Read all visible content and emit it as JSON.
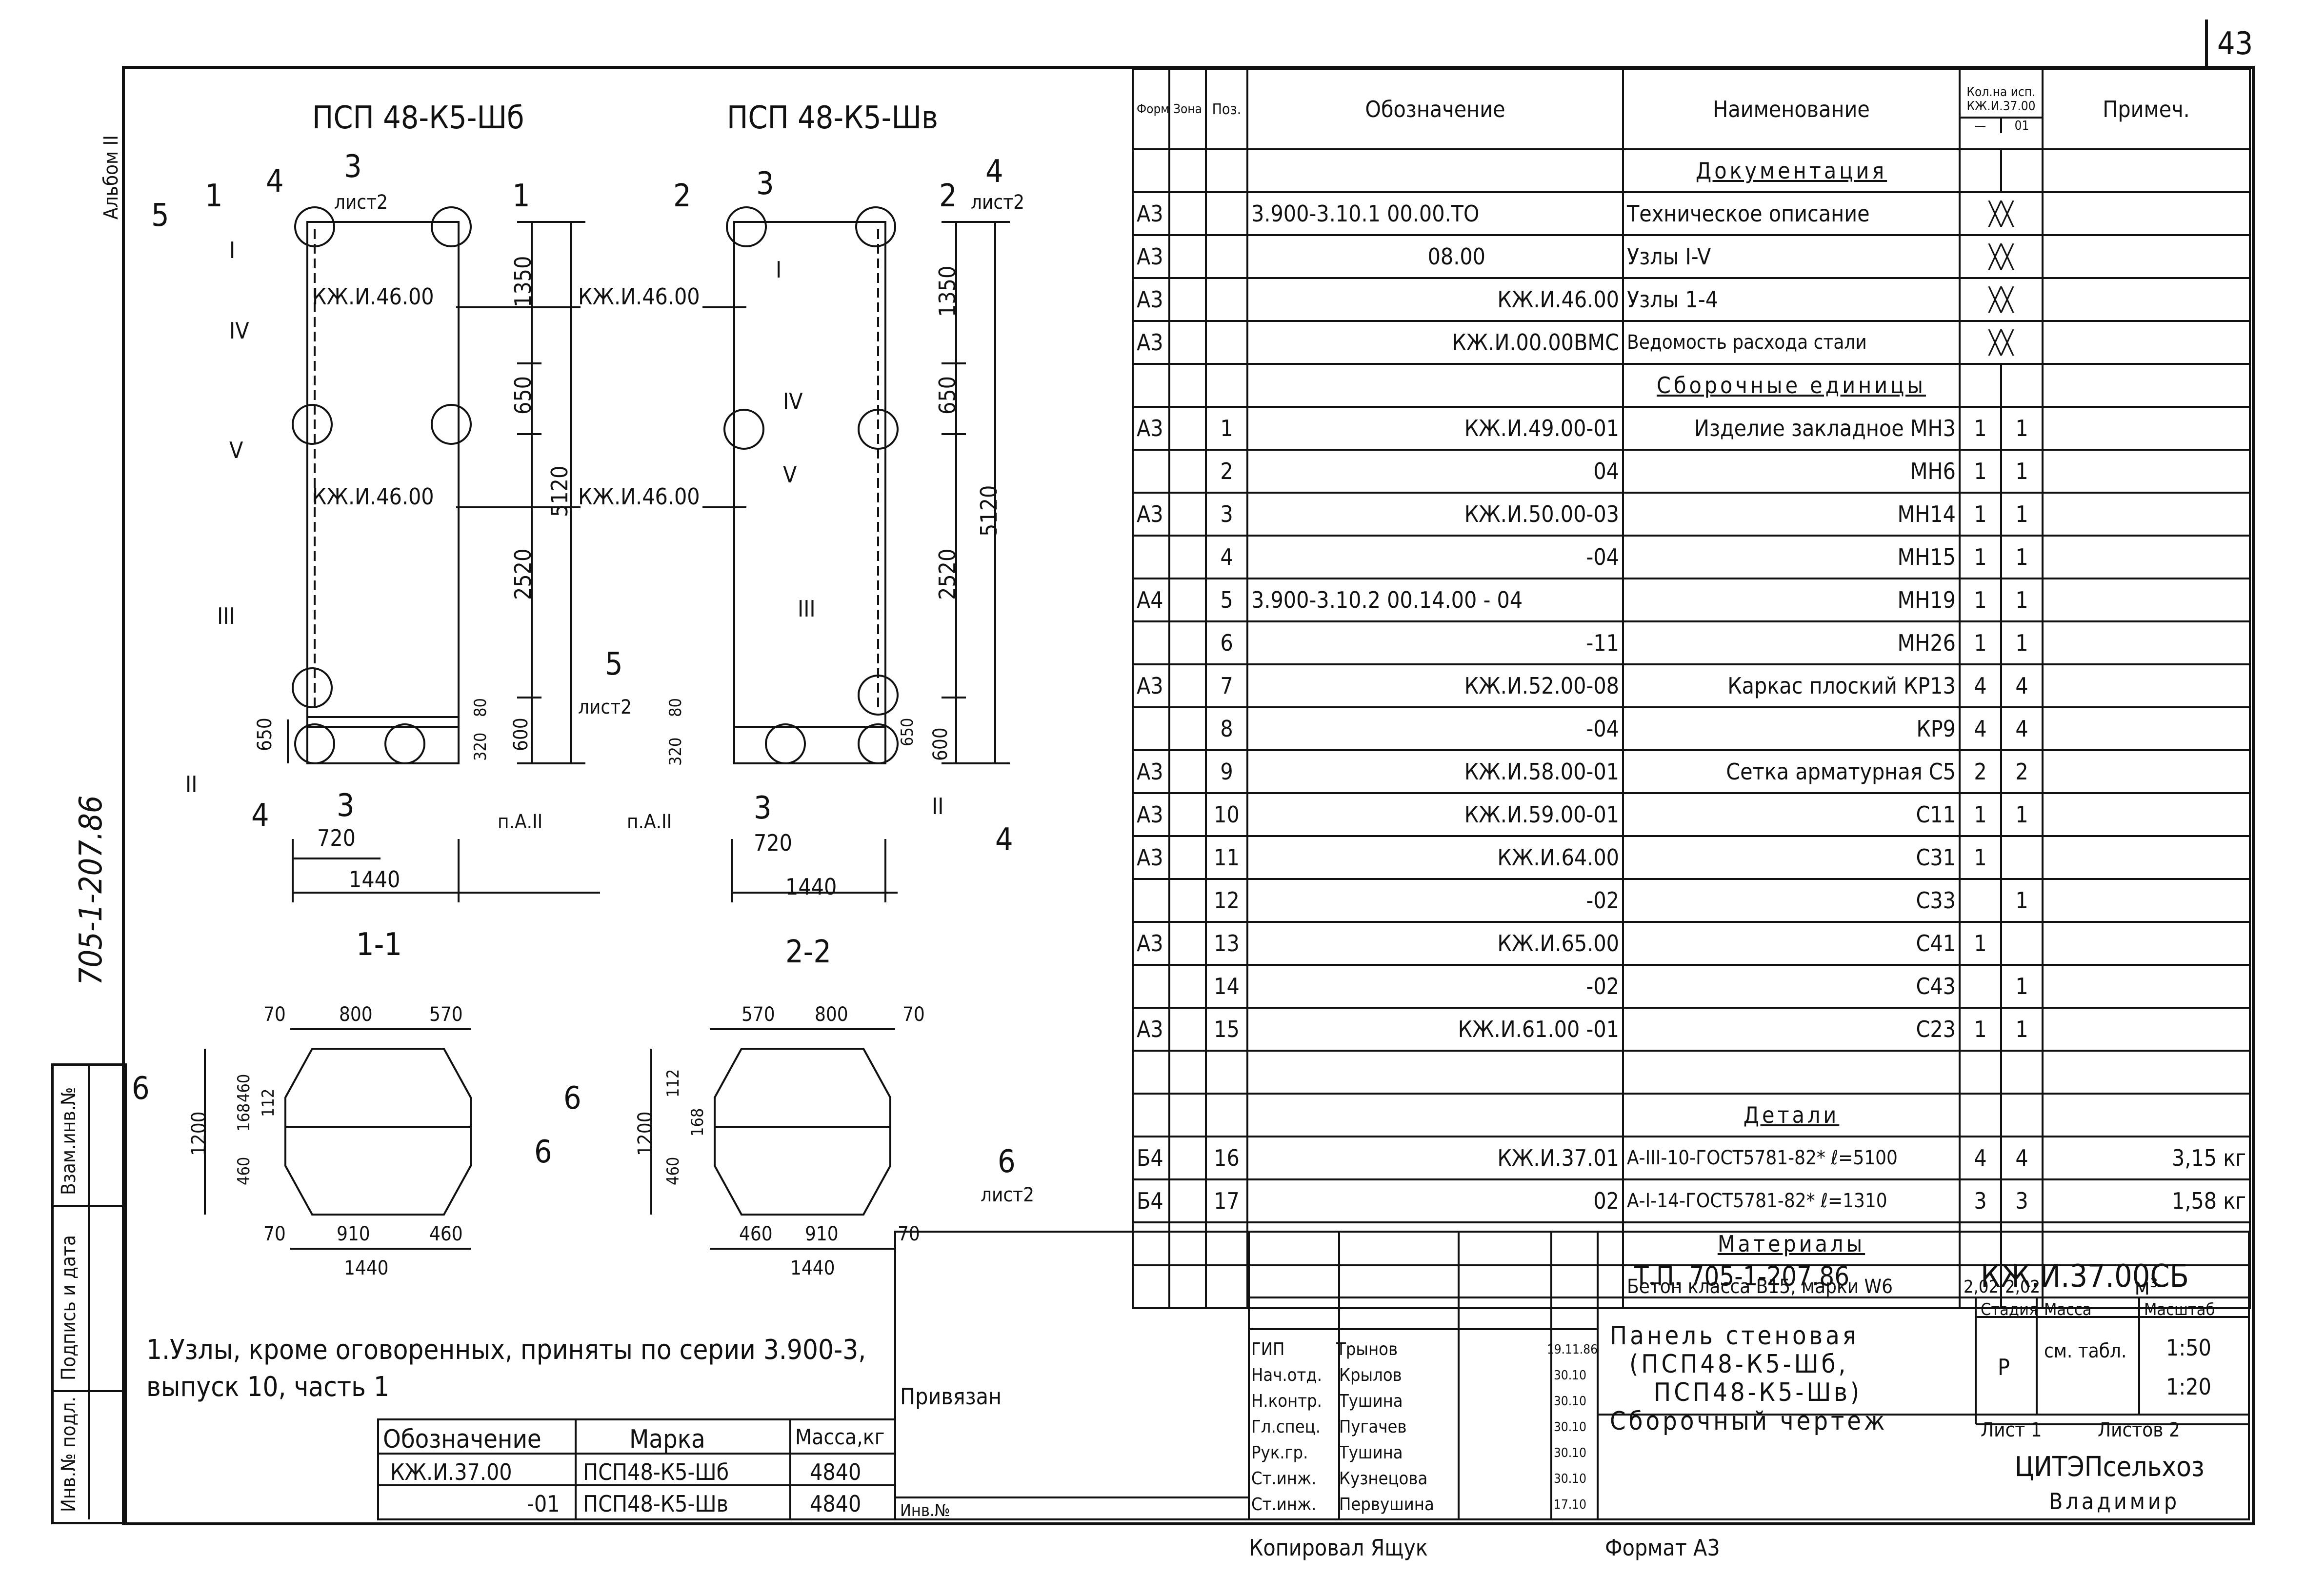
{
  "sheet_number": "43",
  "album": "Альбом II",
  "series_side": "705-1-207.86",
  "left_strip": [
    "Инв.№ подл.",
    "Подпись и дата",
    "Взам.инв.№"
  ],
  "panels": {
    "left_title": "ПСП 48-К5-Шб",
    "right_title": "ПСП 48-К5-Шв",
    "dims": {
      "h1350": "1350",
      "h650": "650",
      "h2520": "2520",
      "h5120": "5120",
      "h600": "600",
      "h320": "320",
      "h80": "80",
      "h650b": "650",
      "w720": "720",
      "w1440": "1440"
    },
    "refs": {
      "kzh4600": "КЖ.И.46.00",
      "list2": "лист2",
      "pa2": "п.А.II",
      "n1": "1",
      "n2": "2",
      "n3": "3",
      "n4": "4",
      "n5": "5",
      "r1": "I",
      "r2": "II",
      "r3": "III",
      "r4": "IV",
      "r5": "V"
    }
  },
  "sections": {
    "s11": "1-1",
    "s22": "2-2",
    "d70": "70",
    "d800": "800",
    "d570": "570",
    "d910": "910",
    "d460": "460",
    "d1440": "1440",
    "d1200": "1200",
    "d168": "168",
    "d112": "112",
    "n6": "6"
  },
  "note": "1.Узлы, кроме оговоренных, приняты по серии 3.900-3, выпуск 10, часть 1",
  "marks_table": {
    "headers": [
      "Обозначение",
      "Марка",
      "Масса,кг"
    ],
    "rows": [
      [
        "КЖ.И.37.00",
        "ПСП48-К5-Шб",
        "4840"
      ],
      [
        "-01",
        "ПСП48-К5-Шв",
        "4840"
      ]
    ]
  },
  "spec": {
    "headers": {
      "format": "Формат",
      "zone": "Зона",
      "pos": "Поз.",
      "designation": "Обозначение",
      "name": "Наименование",
      "qty": "Кол.на исп. КЖ.И.37.00",
      "qty_a": "—",
      "qty_b": "01",
      "note": "Примеч."
    },
    "sections": {
      "docs": "Документация",
      "units": "Сборочные единицы",
      "parts": "Детали",
      "materials": "Материалы"
    },
    "docs": [
      {
        "fmt": "А3",
        "des": "3.900-3.10.1 00.00.ТО",
        "name": "Техническое описание"
      },
      {
        "fmt": "А3",
        "des": "08.00",
        "name": "Узлы I-V"
      },
      {
        "fmt": "А3",
        "des": "КЖ.И.46.00",
        "name": "Узлы 1-4"
      },
      {
        "fmt": "А3",
        "des": "КЖ.И.00.00ВМС",
        "name": "Ведомость расхода стали"
      }
    ],
    "units": [
      {
        "fmt": "А3",
        "pos": "1",
        "des": "КЖ.И.49.00-01",
        "name": "Изделие закладное МН3",
        "q1": "1",
        "q2": "1",
        "note": ""
      },
      {
        "fmt": "",
        "pos": "2",
        "des": "04",
        "name": "МН6",
        "q1": "1",
        "q2": "1",
        "note": ""
      },
      {
        "fmt": "А3",
        "pos": "3",
        "des": "КЖ.И.50.00-03",
        "name": "МН14",
        "q1": "1",
        "q2": "1",
        "note": ""
      },
      {
        "fmt": "",
        "pos": "4",
        "des": "-04",
        "name": "МН15",
        "q1": "1",
        "q2": "1",
        "note": ""
      },
      {
        "fmt": "А4",
        "pos": "5",
        "des": "3.900-3.10.2 00.14.00 - 04",
        "name": "МН19",
        "q1": "1",
        "q2": "1",
        "note": ""
      },
      {
        "fmt": "",
        "pos": "6",
        "des": "-11",
        "name": "МН26",
        "q1": "1",
        "q2": "1",
        "note": ""
      },
      {
        "fmt": "А3",
        "pos": "7",
        "des": "КЖ.И.52.00-08",
        "name": "Каркас плоский КР13",
        "q1": "4",
        "q2": "4",
        "note": ""
      },
      {
        "fmt": "",
        "pos": "8",
        "des": "-04",
        "name": "КР9",
        "q1": "4",
        "q2": "4",
        "note": ""
      },
      {
        "fmt": "А3",
        "pos": "9",
        "des": "КЖ.И.58.00-01",
        "name": "Сетка арматурная С5",
        "q1": "2",
        "q2": "2",
        "note": ""
      },
      {
        "fmt": "А3",
        "pos": "10",
        "des": "КЖ.И.59.00-01",
        "name": "С11",
        "q1": "1",
        "q2": "1",
        "note": ""
      },
      {
        "fmt": "А3",
        "pos": "11",
        "des": "КЖ.И.64.00",
        "name": "С31",
        "q1": "1",
        "q2": "",
        "note": ""
      },
      {
        "fmt": "",
        "pos": "12",
        "des": "-02",
        "name": "С33",
        "q1": "",
        "q2": "1",
        "note": ""
      },
      {
        "fmt": "А3",
        "pos": "13",
        "des": "КЖ.И.65.00",
        "name": "С41",
        "q1": "1",
        "q2": "",
        "note": ""
      },
      {
        "fmt": "",
        "pos": "14",
        "des": "-02",
        "name": "С43",
        "q1": "",
        "q2": "1",
        "note": ""
      },
      {
        "fmt": "А3",
        "pos": "15",
        "des": "КЖ.И.61.00 -01",
        "name": "С23",
        "q1": "1",
        "q2": "1",
        "note": ""
      }
    ],
    "parts": [
      {
        "fmt": "Б4",
        "pos": "16",
        "des": "КЖ.И.37.01",
        "name": "А-III-10-ГОСТ5781-82* ℓ=5100",
        "q1": "4",
        "q2": "4",
        "note": "3,15 кг"
      },
      {
        "fmt": "Б4",
        "pos": "17",
        "des": "02",
        "name": "А-I-14-ГОСТ5781-82* ℓ=1310",
        "q1": "3",
        "q2": "3",
        "note": "1,58 кг"
      }
    ],
    "materials": [
      {
        "name": "Бетон класса В15, марки W6",
        "q1": "2,02",
        "q2": "2,02",
        "note": "м³"
      }
    ]
  },
  "title_block": {
    "project": "Т.П. 705-1-207.86",
    "code": "КЖ.И.37.00СБ",
    "title_lines": [
      "Панель стеновая",
      "(ПСП48-К5-Шб,",
      "ПСП48-К5-Шв)",
      "Сборочный чертеж"
    ],
    "stage_hdr": "Стадия",
    "mass_hdr": "Масса",
    "scale_hdr": "Масштаб",
    "stage": "Р",
    "mass": "см. табл.",
    "scale1": "1:50",
    "scale2": "1:20",
    "sheet": "Лист 1",
    "sheets": "Листов 2",
    "org": "ЦИТЭПсельхоз",
    "city": "Владимир",
    "people": [
      {
        "role": "ГИП",
        "name": "Трынов",
        "date": "19.11.86"
      },
      {
        "role": "Нач.отд.",
        "name": "Крылов",
        "date": "30.10"
      },
      {
        "role": "Н.контр.",
        "name": "Тушина",
        "date": "30.10"
      },
      {
        "role": "Гл.спец.",
        "name": "Пугачев",
        "date": "30.10"
      },
      {
        "role": "Рук.гр.",
        "name": "Тушина",
        "date": "30.10"
      },
      {
        "role": "Ст.инж.",
        "name": "Кузнецова",
        "date": "30.10"
      },
      {
        "role": "Ст.инж.",
        "name": "Первушина",
        "date": "17.10"
      }
    ],
    "bound": "Привязан",
    "inv": "Инв.№"
  },
  "footer": {
    "copied": "Копировал Ящук",
    "format": "Формат А3"
  }
}
